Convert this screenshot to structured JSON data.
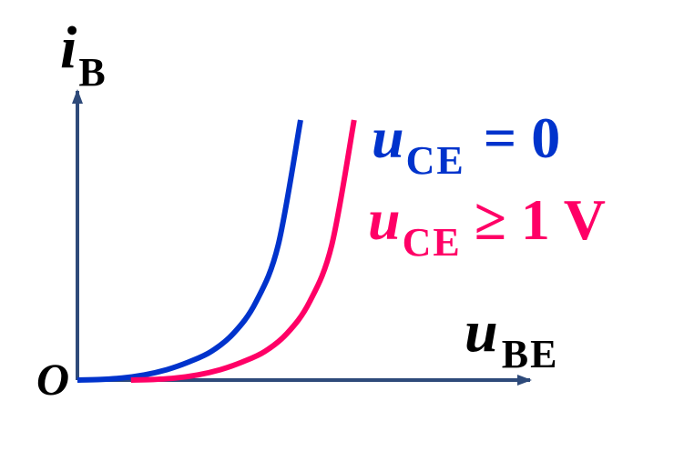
{
  "chart_data": {
    "type": "line",
    "title": "",
    "xlabel": {
      "symbol": "u",
      "subscript": "BE"
    },
    "ylabel": {
      "symbol": "i",
      "subscript": "B"
    },
    "origin_label": "O",
    "xlim": [
      0,
      1
    ],
    "ylim": [
      0,
      1
    ],
    "grid": false,
    "series": [
      {
        "label_symbol": "u",
        "label_subscript": "CE",
        "label_condition": "= 0",
        "color": "#0033cc",
        "x": [
          0,
          0.05,
          0.1,
          0.15,
          0.2,
          0.25,
          0.3,
          0.35,
          0.4,
          0.45,
          0.5
        ],
        "y": [
          0,
          0.002,
          0.008,
          0.02,
          0.04,
          0.07,
          0.11,
          0.18,
          0.3,
          0.52,
          1.0
        ]
      },
      {
        "label_symbol": "u",
        "label_subscript": "CE",
        "label_condition": "≥ 1 V",
        "color": "#ff0066",
        "x": [
          0.12,
          0.17,
          0.22,
          0.27,
          0.32,
          0.37,
          0.42,
          0.47,
          0.52,
          0.57,
          0.62
        ],
        "y": [
          0,
          0.002,
          0.008,
          0.02,
          0.04,
          0.07,
          0.11,
          0.18,
          0.3,
          0.52,
          1.0
        ]
      }
    ]
  },
  "colors": {
    "axis": "#2e4a7a",
    "blue": "#0033cc",
    "pink": "#ff0066",
    "text": "#000000"
  }
}
